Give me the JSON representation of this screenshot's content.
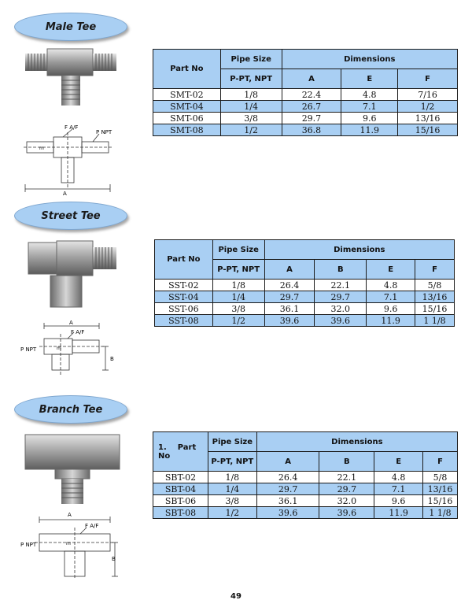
{
  "sections": [
    {
      "title": "Male Tee",
      "headers": {
        "part_no": "Part No",
        "pipe_size": "Pipe Size",
        "pipe_sub": "P-PT, NPT",
        "dimensions": "Dimensions"
      },
      "columns": [
        "A",
        "E",
        "F"
      ],
      "rows": [
        {
          "part": "SMT-02",
          "size": "1/8",
          "dims": [
            "22.4",
            "4.8",
            "7/16"
          ]
        },
        {
          "part": "SMT-04",
          "size": "1/4",
          "dims": [
            "26.7",
            "7.1",
            "1/2"
          ]
        },
        {
          "part": "SMT-06",
          "size": "3/8",
          "dims": [
            "29.7",
            "9.6",
            "13/16"
          ]
        },
        {
          "part": "SMT-08",
          "size": "1/2",
          "dims": [
            "36.8",
            "11.9",
            "15/16"
          ]
        }
      ],
      "drawing_labels": {
        "faf": "F A/F",
        "pnpt": "P NPT",
        "m": "m",
        "a": "A"
      }
    },
    {
      "title": "Street Tee",
      "headers": {
        "part_no": "Part No",
        "pipe_size": "Pipe Size",
        "pipe_sub": "P-PT, NPT",
        "dimensions": "Dimensions"
      },
      "columns": [
        "A",
        "B",
        "E",
        "F"
      ],
      "rows": [
        {
          "part": "SST-02",
          "size": "1/8",
          "dims": [
            "26.4",
            "22.1",
            "4.8",
            "5/8"
          ]
        },
        {
          "part": "SST-04",
          "size": "1/4",
          "dims": [
            "29.7",
            "29.7",
            "7.1",
            "13/16"
          ]
        },
        {
          "part": "SST-06",
          "size": "3/8",
          "dims": [
            "36.1",
            "32.0",
            "9.6",
            "15/16"
          ]
        },
        {
          "part": "SST-08",
          "size": "1/2",
          "dims": [
            "39.6",
            "39.6",
            "11.9",
            "1 1/8"
          ]
        }
      ],
      "drawing_labels": {
        "a": "A",
        "faf": "F A/F",
        "pnpt": "P NPT",
        "m": "m",
        "b": "B"
      }
    },
    {
      "title": "Branch Tee",
      "headers": {
        "part_no_num": "1.",
        "part_no": "Part No",
        "pipe_size": "Pipe Size",
        "pipe_sub": "P-PT, NPT",
        "dimensions": "Dimensions"
      },
      "columns": [
        "A",
        "B",
        "E",
        "F"
      ],
      "rows": [
        {
          "part": "SBT-02",
          "size": "1/8",
          "dims": [
            "26.4",
            "22.1",
            "4.8",
            "5/8"
          ]
        },
        {
          "part": "SBT-04",
          "size": "1/4",
          "dims": [
            "29.7",
            "29.7",
            "7.1",
            "13/16"
          ]
        },
        {
          "part": "SBT-06",
          "size": "3/8",
          "dims": [
            "36.1",
            "32.0",
            "9.6",
            "15/16"
          ]
        },
        {
          "part": "SBT-08",
          "size": "1/2",
          "dims": [
            "39.6",
            "39.6",
            "11.9",
            "1 1/8"
          ]
        }
      ],
      "drawing_labels": {
        "a": "A",
        "faf": "F A/F",
        "pnpt": "P NPT",
        "m": "m",
        "b": "B"
      }
    }
  ],
  "page_number": "49",
  "colors": {
    "accent": "#a9cff3",
    "border": "#1b1b1b"
  }
}
